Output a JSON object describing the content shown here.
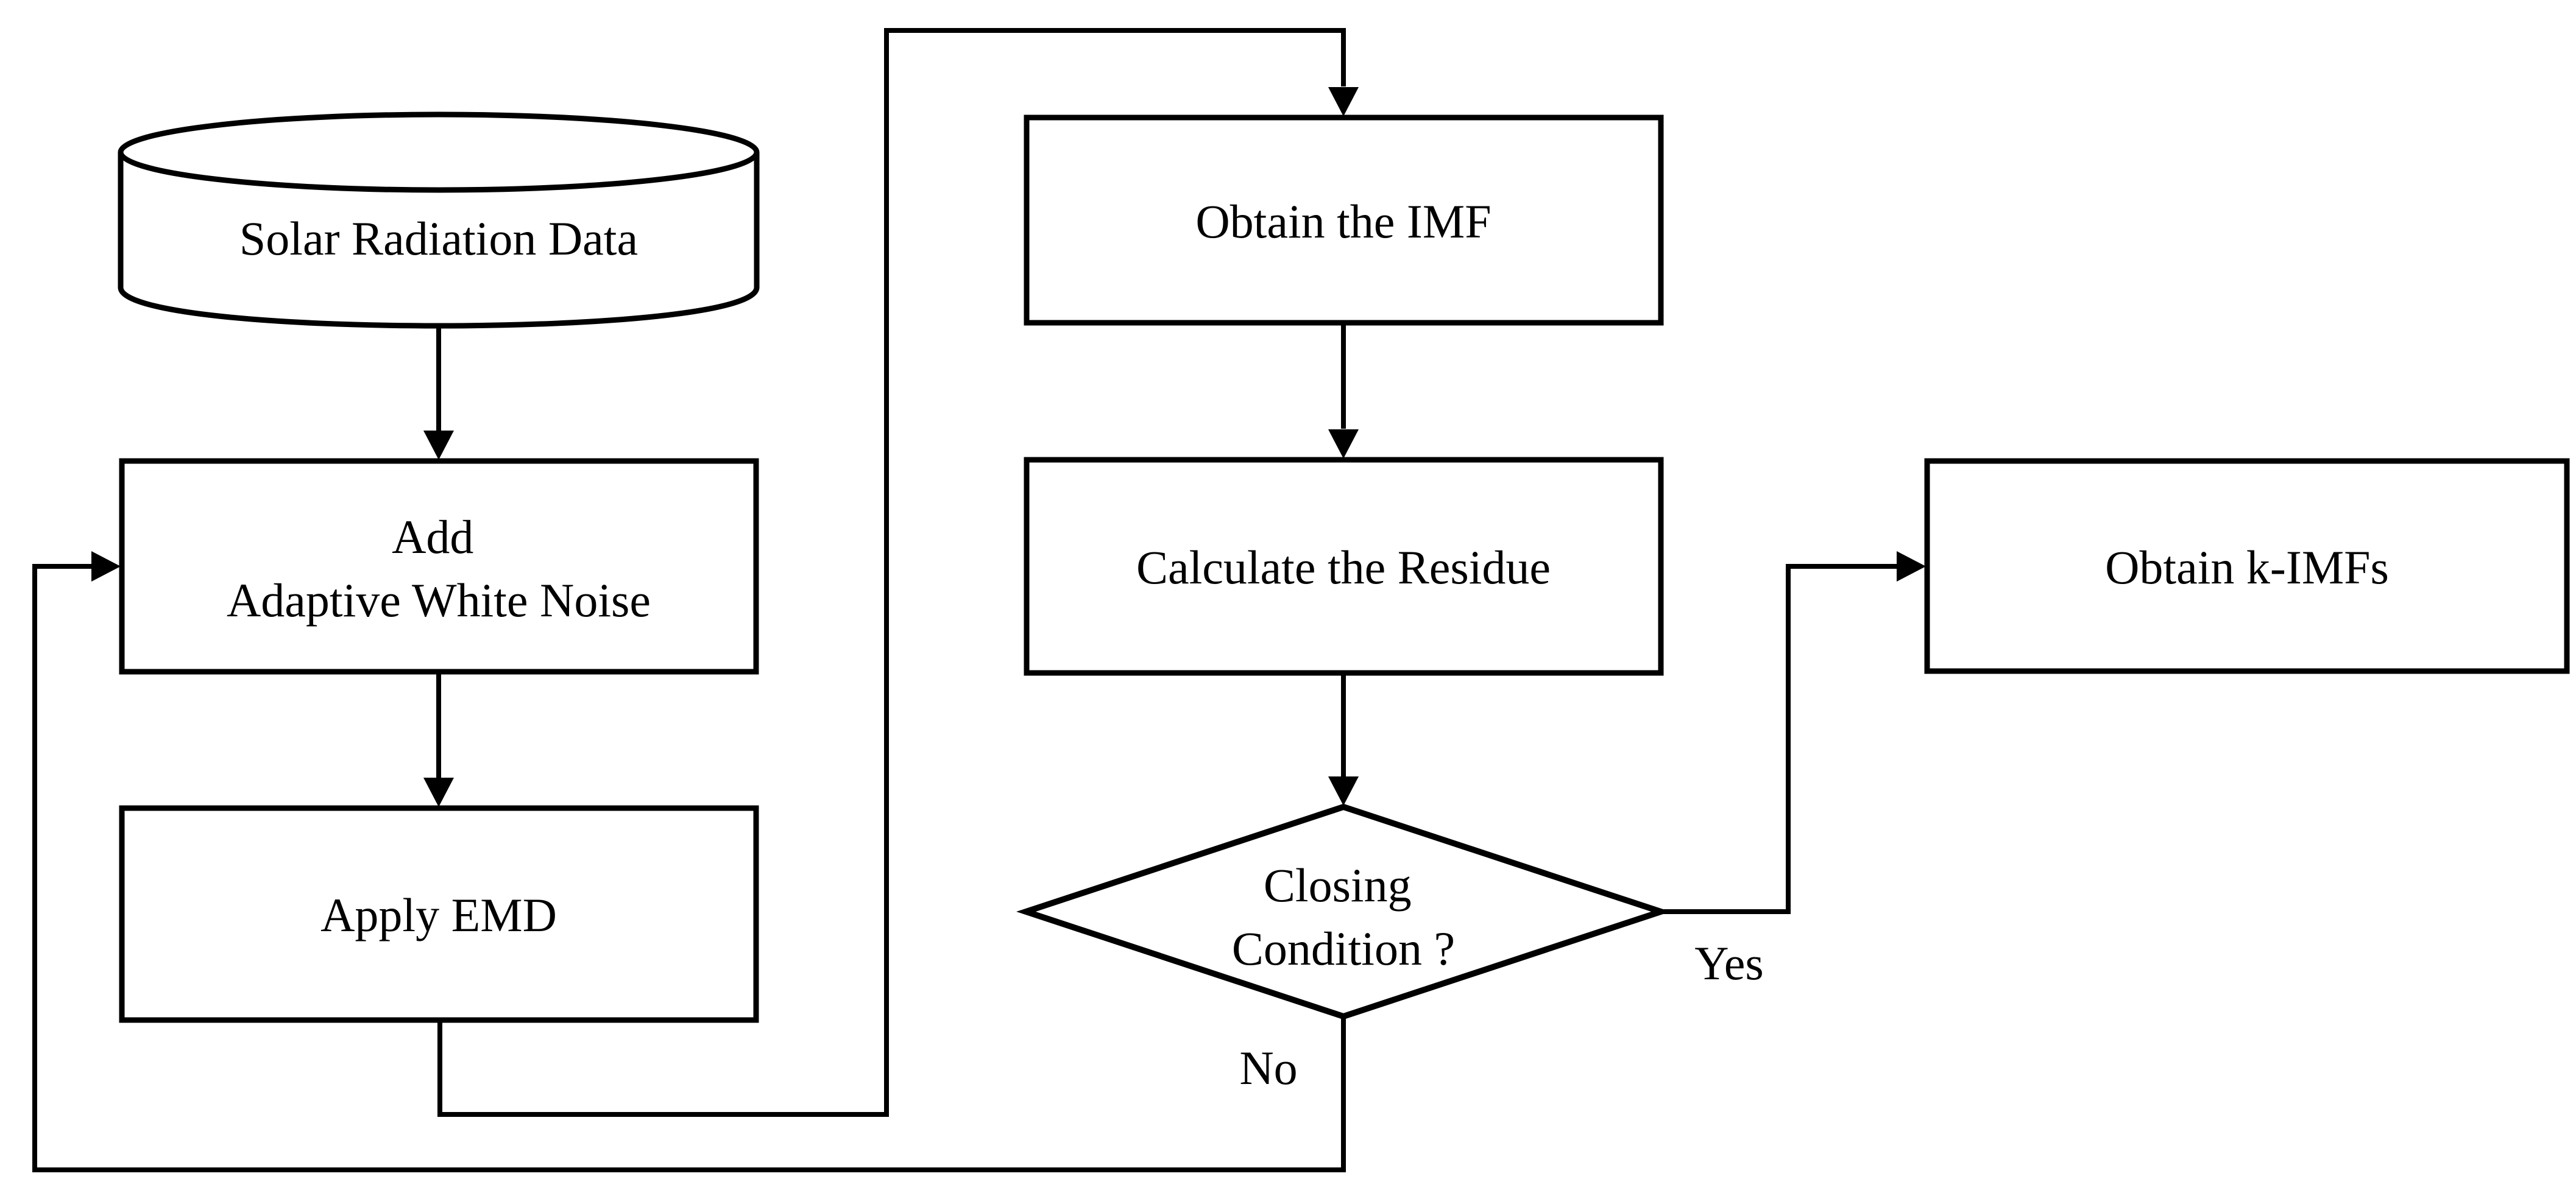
{
  "flowchart": {
    "nodes": {
      "solar_data": {
        "label": "Solar Radiation Data"
      },
      "add_noise": {
        "line1": "Add",
        "line2": "Adaptive White Noise"
      },
      "apply_emd": {
        "label": "Apply EMD"
      },
      "obtain_imf": {
        "label": "Obtain the IMF"
      },
      "calculate_residue": {
        "label": "Calculate the Residue"
      },
      "closing_condition": {
        "line1": "Closing",
        "line2": "Condition ?"
      },
      "obtain_k_imfs": {
        "label": "Obtain k-IMFs"
      }
    },
    "edge_labels": {
      "yes": "Yes",
      "no": "No"
    },
    "edges": [
      {
        "from": "solar_data",
        "to": "add_noise"
      },
      {
        "from": "add_noise",
        "to": "apply_emd"
      },
      {
        "from": "apply_emd",
        "to": "obtain_imf"
      },
      {
        "from": "obtain_imf",
        "to": "calculate_residue"
      },
      {
        "from": "calculate_residue",
        "to": "closing_condition"
      },
      {
        "from": "closing_condition",
        "to": "obtain_k_imfs",
        "label": "Yes"
      },
      {
        "from": "closing_condition",
        "to": "add_noise",
        "label": "No"
      }
    ],
    "colors": {
      "stroke": "#000000",
      "shape_fill": "#ffffff",
      "background": "#ffffff"
    }
  }
}
